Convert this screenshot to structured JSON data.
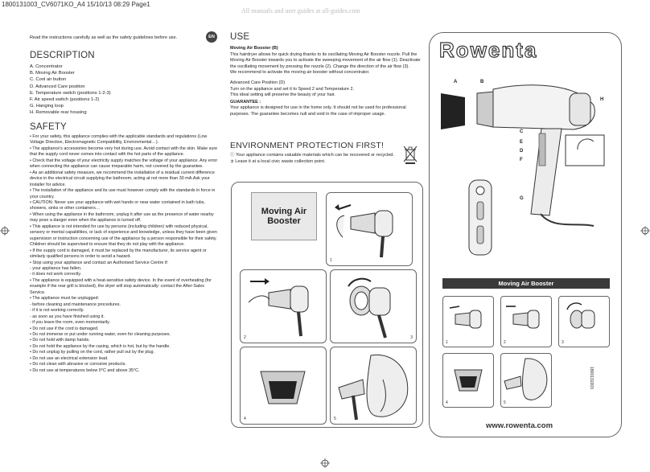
{
  "header": "1800131003_CV6071KO_A4 15/10/13 08:29 Page1",
  "watermark": "All manuals and user guides at all-guides.com",
  "intro": "Read the instructions carefully as well as the safety guidelines before use.",
  "lang_badge": "EN",
  "description": {
    "title": "DESCRIPTION",
    "items": [
      "A. Concentrator",
      "B. Moving Air Booster",
      "C. Cool air button",
      "D. Advanced Care position",
      "E. Temperature switch (positions 1-2-3)",
      "F. Air speed switch (positions 1-2)",
      "G. Hanging loop",
      "H. Removable rear housing"
    ]
  },
  "safety": {
    "title": "SAFETY",
    "paragraphs": [
      "• For your safety, this appliance complies with the applicable standards and regulations (Low Voltage Directive, Electromagnetic Compatibility, Environmental…).",
      "• The appliance's accessories become very hot during use. Avoid contact with the skin. Make sure that the supply cord never comes into contact with the hot parts of the appliance.",
      "• Check that the voltage of your electricity supply matches the voltage of your appliance. Any error when connecting the appliance can cause irreparable harm, not covered by the guarantee.",
      "• As an additional safety measure, we recommend the installation of a residual current difference device in the electrical circuit supplying the bathroom, acting at not more than 30 mA.Ask your installer for advice.",
      "• The installation of the appliance and its use must however comply with the standards in force in your country.",
      "• CAUTION: Never use your appliance with wet hands or near water contained in bath tubs, showers, sinks or other containers…",
      "• When using the appliance in the bathroom, unplug it after use as the presence of water nearby may pose a danger even when the appliance is turned off.",
      "• This appliance is not intended for use by persons (including children) with reduced physical, sensory or mental capabilities, or lack of experience and knowledge, unless they have been given supervision or instruction concerning use of the appliance by a person responsible for their safety. Children should be supervised to ensure that they do not play with the appliance.",
      "• If the supply cord is damaged, it must be replaced by the manufacturer, its service agent or similarly qualified persons in order to avoid a hazard.",
      "• Stop using your appliance and contact an Authorised Service Centre if:",
      "- your appliance has fallen.",
      "- it does not work correctly.",
      "• The appliance is equipped with a heat-sensitive safety device. In the event of overheating (for example if the rear grill is blocked), the dryer will stop automatically: contact the After-Sales Service.",
      "• The appliance must be unplugged:",
      "- before cleaning and maintenance procedures.",
      "- if it is not working correctly.",
      "- as soon as you have finished using it.",
      "- if you leave the room, even momentarily.",
      "• Do not use if the cord is damaged.",
      "• Do not immerse or put under running water, even for cleaning purposes.",
      "• Do not hold with damp hands.",
      "• Do not hold the appliance by the casing, which is hot, but by the handle.",
      "• Do not unplug by pulling on the cord, rather pull out by the plug.",
      "• Do not use an electrical extension lead.",
      "• Do not clean with abrasive or corrosive products.",
      "• Do not use at temperatures below 0°C and above 35°C."
    ]
  },
  "use": {
    "title": "USE",
    "mab_label": "Moving Air Booster (B)",
    "mab_text": "This hairdryer allows for quick drying thanks to its oscillating Moving Air Booster nozzle. Pull the Moving Air Booster towards you to activate the sweeping movement of the air flow (1). Deactivate the oscillating movement by pressing the nozzle (2). Change the direction of the air flow (3).",
    "mab_note": "We recommend to activate the moving air booster without concentrator.",
    "acp_label": "Advanced Care Position (D)",
    "acp_text1": "Turn on the appliance and set it to Speed 2 and Temperature 2.",
    "acp_text2": "This ideal setting will preserve the beauty of your hair.",
    "guarantee_label": "GUARANTEE :",
    "guarantee_text": "Your appliance is designed for use in the home only. It should not be used for professional purposes. The guarantee becomes null and void in the case of improper usage."
  },
  "environment": {
    "title": "ENVIRONMENT PROTECTION FIRST!",
    "line1": "Your appliance contains valuable materials which can be recovered or recycled.",
    "line2": "Leave it at a local civic waste collection point."
  },
  "booster_card": {
    "title": "Moving Air Booster",
    "steps": [
      "1",
      "2",
      "3",
      "4",
      "5"
    ]
  },
  "brand": {
    "logo": "Rowenta",
    "labels": [
      "A",
      "B",
      "H",
      "C",
      "E",
      "D",
      "F",
      "G"
    ],
    "bar_title": "Moving Air Booster",
    "steps": [
      "1",
      "2",
      "3",
      "4",
      "5"
    ],
    "code": "1800131003",
    "url": "www.rowenta.com"
  },
  "colors": {
    "text": "#222222",
    "dark_bar": "#3a3a3a",
    "line": "#666666"
  }
}
